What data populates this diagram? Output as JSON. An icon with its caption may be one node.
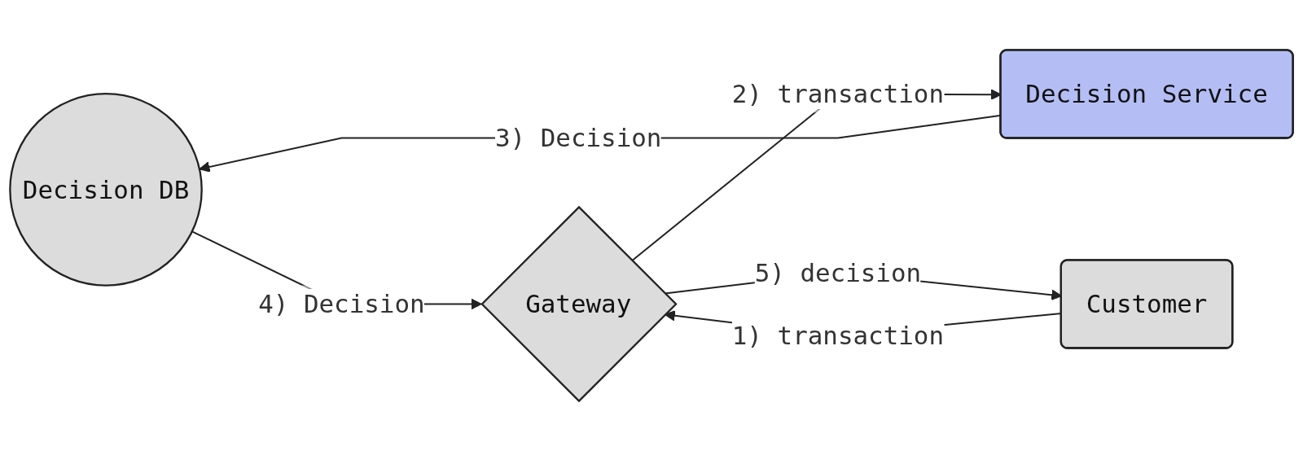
{
  "diagram": {
    "nodes": [
      {
        "text": [
          "Decision DB"
        ]
      },
      {
        "text": [
          "Customer"
        ]
      },
      {
        "text": [
          "Gateway"
        ]
      },
      {
        "text": [
          "Decision Service"
        ]
      }
    ],
    "edges": [
      {
        "from": 1,
        "to": 2,
        "arrow": "to",
        "label": "1) transaction"
      },
      {
        "from": 2,
        "to": 3,
        "arrow": "to",
        "label": "2) transaction"
      },
      {
        "from": 3,
        "to": 0,
        "arrow": "to",
        "label": "3) Decision"
      },
      {
        "from": 0,
        "to": 2,
        "arrow": "to",
        "label": "4) Decision"
      },
      {
        "from": 2,
        "to": 1,
        "arrow": "to",
        "label": "5) decision"
      }
    ]
  }
}
